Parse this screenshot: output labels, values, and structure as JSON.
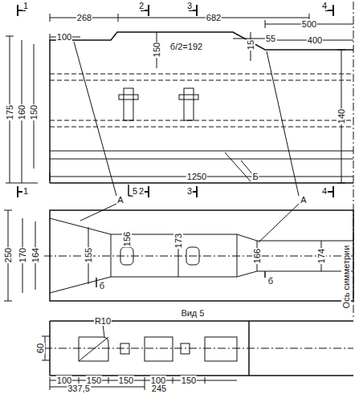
{
  "diagram": {
    "labels": [
      "1",
      "1",
      "2",
      "2",
      "3",
      "3",
      "4",
      "4",
      "5",
      "268",
      "682",
      "500",
      "100",
      "150",
      "55",
      "400",
      "15",
      "140",
      "175",
      "160",
      "150",
      "б/2=192",
      "1250",
      "А",
      "А",
      "Б",
      "250",
      "170",
      "164",
      "155",
      "156",
      "173",
      "166",
      "174",
      "б",
      "б",
      "Ось симметрии",
      "Вид 5",
      "R10",
      "60",
      "100",
      "150",
      "150",
      "100",
      "150",
      "337,5",
      "245"
    ]
  }
}
